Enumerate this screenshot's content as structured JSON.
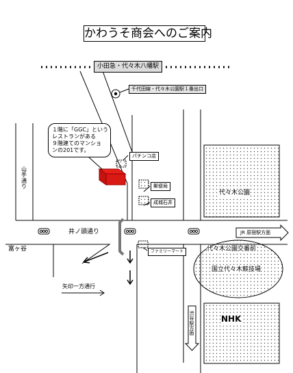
{
  "title": "かわうそ商会へのご案内",
  "labels": {
    "odakyu_station": "小田急・代々木八幡駅",
    "chiyoda_exit": "千代田線・代々木公園駅１番出口",
    "callout": "１階に「GGC」という\nレストランがある\n９階建てのマンショ\nンの201です。",
    "pachinko": "パチンコ店",
    "post_office": "郵便局",
    "seijo_ishii": "成城石井",
    "yamate_dori": "山手通り",
    "inokashira_dori": "井ノ頭通り",
    "tomigaya": "富ヶ谷",
    "jr_harajuku": "JR 原宿駅方面",
    "yoyogi_park": "代々木公園",
    "family_mart": "ファミリーマート",
    "yoyogi_koen_koban": "代々木公園交番前",
    "national_stadium": "国立代々木競技場",
    "one_way": "矢印一方通行",
    "shibuya": "渋谷駅方面",
    "nhk": "NHK"
  },
  "icons": {
    "signal": "traffic-signal-icon",
    "subway": "subway-entrance-icon"
  }
}
